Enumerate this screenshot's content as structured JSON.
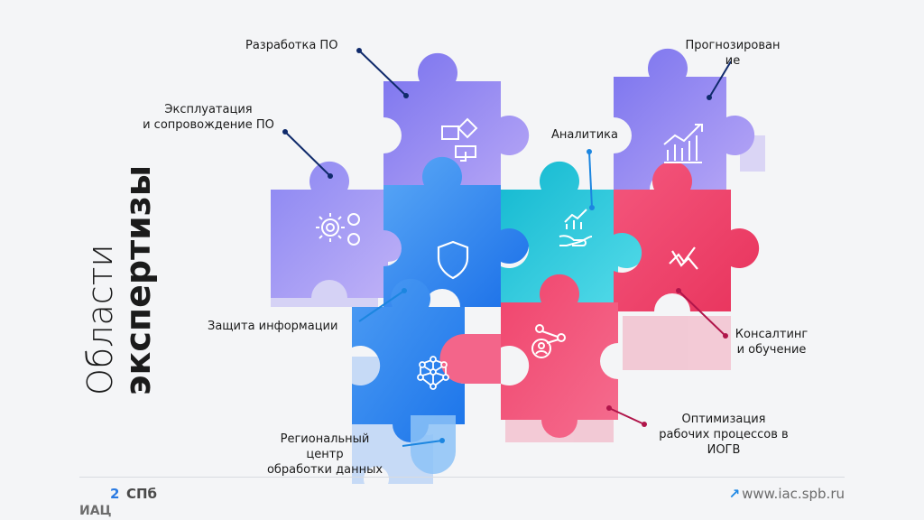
{
  "title": {
    "line1": "Области",
    "line2": "экспертизы"
  },
  "labels": {
    "dev": "Разработка  ПО",
    "forecast_1": "Прогнозирован",
    "forecast_2": "ие",
    "ops_1": "Эксплуатация",
    "ops_2": "и сопровождение ПО",
    "analytics": "Аналитика",
    "security": "Защита информации",
    "consulting_1": "Консалтинг",
    "consulting_2": "и обучение",
    "regional_1": "Региональный",
    "regional_2": "центр",
    "regional_3": "обработки данных",
    "optimization_1": "Оптимизация",
    "optimization_2": "рабочих процессов в",
    "optimization_3": "ИОГВ"
  },
  "footer": {
    "brand_mark": "2",
    "brand": "СПб",
    "brand_sub": "ИАЦ",
    "url": "www.iac.spb.ru"
  },
  "colors": {
    "purple": "#8e7ff0",
    "blue": "#2f86f0",
    "cyan": "#1fc8dc",
    "red": "#f0456b",
    "line_dark": "#0f2a6b",
    "line_blue": "#1c86e0",
    "line_red": "#b0154a"
  },
  "icons": [
    "gears-icon",
    "flowchart-icon",
    "chart-growth-icon",
    "shield-icon",
    "hand-chart-icon",
    "trend-icon",
    "network-icon",
    "process-icon"
  ]
}
